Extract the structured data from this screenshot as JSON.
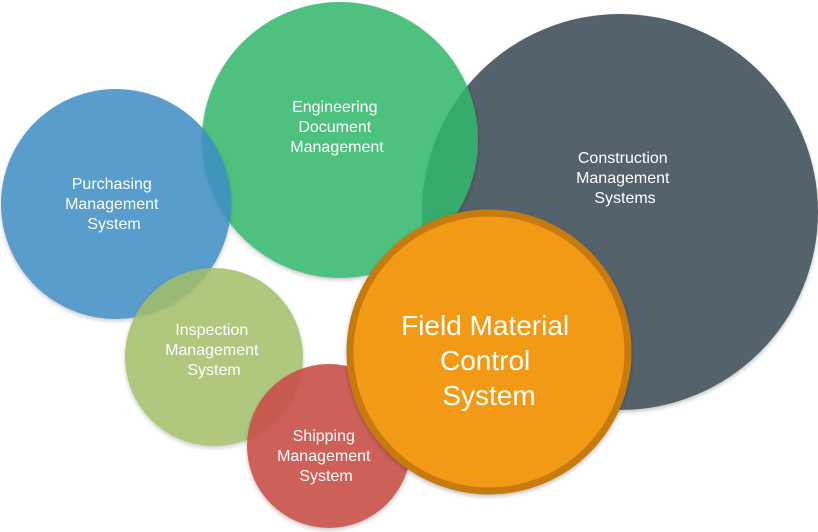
{
  "nodes": {
    "construction": {
      "lines": [
        "Construction",
        "Management",
        "Systems"
      ],
      "color": "#515f6b"
    },
    "engineering": {
      "lines": [
        "Engineering",
        "Document",
        "Management"
      ],
      "color": "#33b86c"
    },
    "purchasing": {
      "lines": [
        "Purchasing",
        "Management",
        "System"
      ],
      "color": "#3d8ec4"
    },
    "inspection": {
      "lines": [
        "Inspection",
        "Management",
        "System"
      ],
      "color": "#a4bf6b"
    },
    "shipping": {
      "lines": [
        "Shipping",
        "Management",
        "System"
      ],
      "color": "#c9504a"
    },
    "center": {
      "lines": [
        "Field Material",
        "Control",
        "System"
      ],
      "color": "#f29a17",
      "ring_color": "#c77a0e"
    }
  }
}
